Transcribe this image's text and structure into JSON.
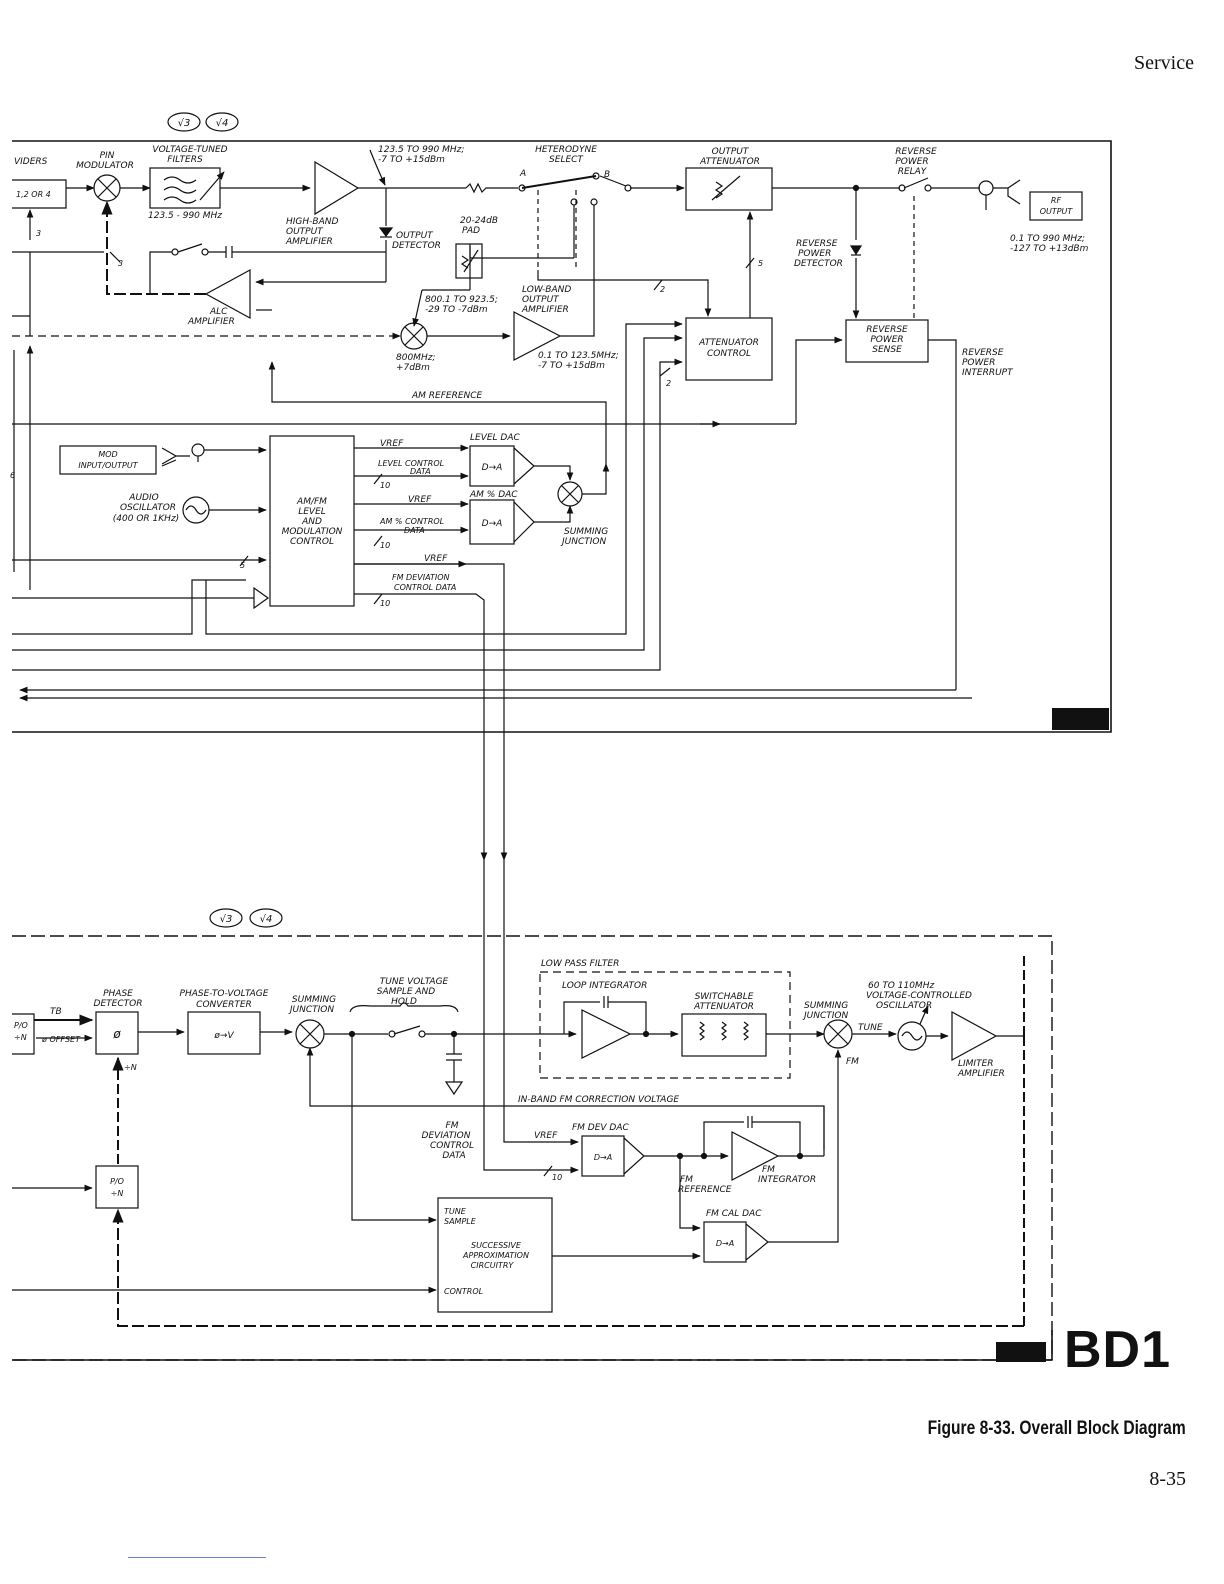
{
  "page": {
    "header": "Service",
    "caption": "Figure 8-33. Overall Block Diagram",
    "page_number": "8-35",
    "sheet_id": "BD1"
  },
  "sections": {
    "top": {
      "id": "BD2",
      "refs": [
        "√3",
        "√4"
      ],
      "labels": {
        "dividers": "VIDERS",
        "div_ratio": "1,2 OR 4",
        "pin_mod": [
          "PIN",
          "MODULATOR"
        ],
        "vt_filters": [
          "VOLTAGE-TUNED",
          "FILTERS"
        ],
        "filter_range": "123.5 - 990 MHz",
        "hb_amp": [
          "HIGH-BAND",
          "OUTPUT",
          "AMPLIFIER"
        ],
        "hb_range": [
          "123.5 TO 990 MHz;",
          "-7 TO +15dBm"
        ],
        "out_det": [
          "OUTPUT",
          "DETECTOR"
        ],
        "pad": [
          "20-24dB",
          "PAD"
        ],
        "pad_range": [
          "800.1 TO 923.5;",
          "-29 TO -7dBm"
        ],
        "het_sel": [
          "HETERODYNE",
          "SELECT"
        ],
        "sw_a": "A",
        "sw_b": "B",
        "lb_amp": [
          "LOW-BAND",
          "OUTPUT",
          "AMPLIFIER"
        ],
        "lb_range": [
          "0.1 TO 123.5MHz;",
          "-7 TO +15dBm"
        ],
        "lo_freq": [
          "800MHz;",
          "+7dBm"
        ],
        "alc_amp": [
          "ALC",
          "AMPLIFIER"
        ],
        "out_atten": [
          "OUTPUT",
          "ATTENUATOR"
        ],
        "rev_relay": [
          "REVERSE",
          "POWER",
          "RELAY"
        ],
        "rev_det": [
          "REVERSE",
          "POWER",
          "DETECTOR"
        ],
        "rf_out": [
          "RF",
          "OUTPUT"
        ],
        "rf_range": [
          "0.1 TO 990 MHz;",
          "-127 TO +13dBm"
        ],
        "atten_ctrl": [
          "ATTENUATOR",
          "CONTROL"
        ],
        "rev_sense": [
          "REVERSE",
          "POWER",
          "SENSE"
        ],
        "rev_int": [
          "REVERSE",
          "POWER",
          "INTERRUPT"
        ],
        "am_ref": "AM REFERENCE",
        "mod_io": [
          "MOD",
          "INPUT/OUTPUT"
        ],
        "audio_osc": [
          "AUDIO",
          "OSCILLATOR",
          "(400 OR 1KHz)"
        ],
        "amfm_ctrl": [
          "AM/FM",
          "LEVEL",
          "AND",
          "MODULATION",
          "CONTROL"
        ],
        "vref": "VREF",
        "level_dac": "LEVEL DAC",
        "level_data": [
          "LEVEL CONTROL",
          "DATA"
        ],
        "am_dac": "AM % DAC",
        "am_data": [
          "AM % CONTROL",
          "DATA"
        ],
        "d_to_a": "D→A",
        "summing": [
          "SUMMING",
          "JUNCTION"
        ],
        "fm_dev_data": [
          "FM DEVIATION",
          "CONTROL DATA"
        ],
        "bus": [
          "3",
          "3",
          "5",
          "2",
          "2",
          "10",
          "10",
          "5",
          "10",
          "6"
        ]
      }
    },
    "bottom": {
      "id": "BD3",
      "refs": [
        "√3",
        "√4"
      ],
      "labels": {
        "pd_div": [
          "P/O",
          "÷N"
        ],
        "tb": "TB",
        "offset": "ø OFFSET",
        "phase_det": [
          "PHASE",
          "DETECTOR"
        ],
        "phi": "ø",
        "div_n": "÷N",
        "pv_conv": [
          "PHASE-TO-VOLTAGE",
          "CONVERTER"
        ],
        "pv_sym": "ø→V",
        "summing": [
          "SUMMING",
          "JUNCTION"
        ],
        "tv_sh": [
          "TUNE VOLTAGE",
          "SAMPLE AND",
          "HOLD"
        ],
        "lpf": "LOW PASS FILTER",
        "loop_int": "LOOP INTEGRATOR",
        "sw_atten": [
          "SWITCHABLE",
          "ATTENUATOR"
        ],
        "summing2": [
          "SUMMING",
          "JUNCTION"
        ],
        "vco": [
          "60 TO 110MHz",
          "VOLTAGE-CONTROLLED",
          "OSCILLATOR"
        ],
        "tune": "TUNE",
        "fm": "FM",
        "limiter": [
          "LIMITER",
          "AMPLIFIER"
        ],
        "inband": "IN-BAND FM CORRECTION VOLTAGE",
        "fm_dev_ctrl": [
          "FM",
          "DEVIATION",
          "CONTROL",
          "DATA"
        ],
        "vref": "VREF",
        "fm_dev_dac": "FM DEV DAC",
        "d_to_a": "D→A",
        "fm_ref": [
          "FM",
          "REFERENCE"
        ],
        "fm_int": [
          "FM",
          "INTEGRATOR"
        ],
        "fm_cal_dac": "FM CAL DAC",
        "sac": [
          "TUNE",
          "SAMPLE",
          "SUCCESSIVE",
          "APPROXIMATION",
          "CIRCUITRY",
          "CONTROL"
        ],
        "pd_div2": [
          "P/O",
          "÷N"
        ],
        "bus": "10"
      }
    }
  }
}
